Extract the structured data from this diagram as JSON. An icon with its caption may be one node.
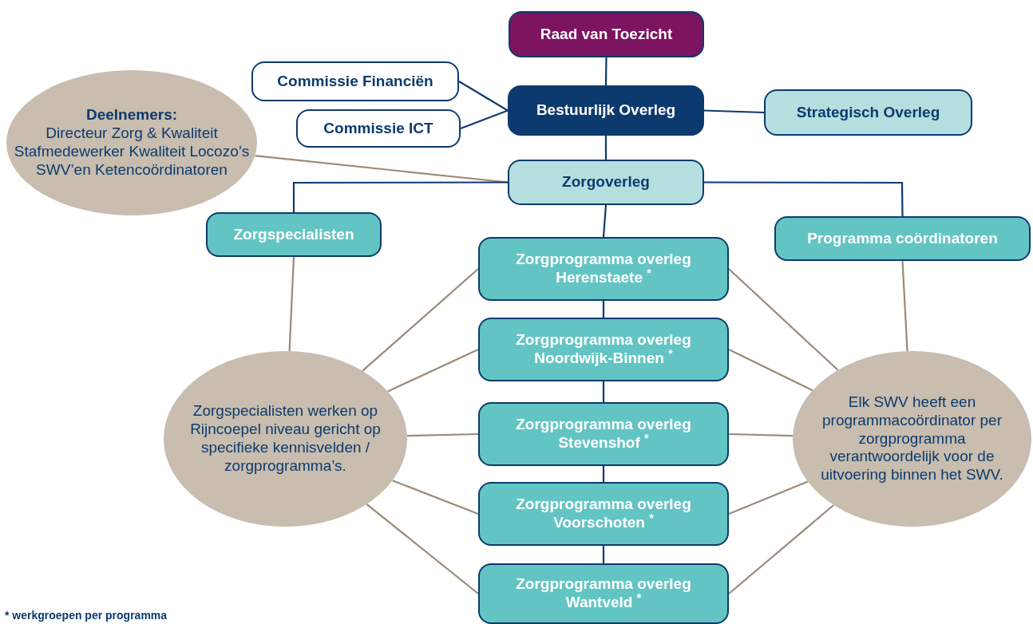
{
  "diagram": {
    "nodes": [
      {
        "text": [
          "Raad van Toezicht"
        ]
      },
      {
        "text": [
          "Commissie Financiën"
        ]
      },
      {
        "text": [
          "Bestuurlijk Overleg"
        ]
      },
      {
        "text": [
          "Strategisch Overleg"
        ]
      },
      {
        "text": [
          "Commissie ICT"
        ]
      },
      {
        "text": [
          "Deelnemers:",
          "Directeur Zorg & Kwaliteit Stafmedewerker Kwaliteit Locozo’s SWV’en Ketencoördinatoren"
        ]
      },
      {
        "text": [
          "Zorgoverleg"
        ]
      },
      {
        "text": [
          "Zorgspecialisten"
        ]
      },
      {
        "text": [
          "Programma coördinatoren"
        ]
      },
      {
        "text": [
          "Zorgprogramma overleg Herenstaete $^{*}$"
        ]
      },
      {
        "text": [
          "Zorgprogramma overleg Noordwijk-Binnen $^{*}$"
        ]
      },
      {
        "text": [
          "Zorgprogramma overleg Stevenshof $^{*}$"
        ]
      },
      {
        "text": [
          "Zorgprogramma overleg Voorschoten $^{*}$"
        ]
      },
      {
        "text": [
          "Zorgprogramma overleg Wantveld $^{*}$"
        ]
      },
      {
        "text": [
          "Zorgspecialisten werken op Rijncoepel niveau gericht op specifieke kennisvelden / zorgprogramma’s."
        ]
      },
      {
        "text": [
          "Elk SWV heeft een programmacoördinator per zorgprogramma verantwoordelijk voor de uitvoering binnen het SWV."
        ]
      }
    ],
    "edges": [
      {
        "from": 0,
        "to": 2,
        "arrow": "none",
        "color": "#0d3a6e"
      },
      {
        "from": 1,
        "to": 2,
        "arrow": "none",
        "color": "#0d3a6e"
      },
      {
        "from": 4,
        "to": 2,
        "arrow": "none",
        "color": "#0d3a6e"
      },
      {
        "from": 2,
        "to": 3,
        "arrow": "none",
        "color": "#0d3a6e"
      },
      {
        "from": 2,
        "to": 6,
        "arrow": "none",
        "color": "#0d3a6e"
      },
      {
        "from": 5,
        "to": 6,
        "arrow": "none"
      },
      {
        "from": 6,
        "to": 7,
        "arrow": "none",
        "color": "#0d3a6e"
      },
      {
        "from": 6,
        "to": 8,
        "arrow": "none",
        "color": "#0d3a6e"
      },
      {
        "from": 6,
        "to": 9,
        "arrow": "none",
        "color": "#0d3a6e"
      },
      {
        "from": 9,
        "to": 10,
        "arrow": "none",
        "color": "#0d3a6e"
      },
      {
        "from": 10,
        "to": 11,
        "arrow": "none",
        "color": "#0d3a6e"
      },
      {
        "from": 11,
        "to": 12,
        "arrow": "none",
        "color": "#0d3a6e"
      },
      {
        "from": 12,
        "to": 13,
        "arrow": "none",
        "color": "#0d3a6e"
      },
      {
        "from": 7,
        "to": 14,
        "arrow": "none"
      },
      {
        "from": 8,
        "to": 15,
        "arrow": "none"
      },
      {
        "from": 14,
        "to": 9,
        "arrow": "none"
      },
      {
        "from": 14,
        "to": 10,
        "arrow": "none"
      },
      {
        "from": 14,
        "to": 11,
        "arrow": "none"
      },
      {
        "from": 14,
        "to": 12,
        "arrow": "none"
      },
      {
        "from": 14,
        "to": 13,
        "arrow": "none"
      },
      {
        "from": 15,
        "to": 9,
        "arrow": "none"
      },
      {
        "from": 15,
        "to": 10,
        "arrow": "none"
      },
      {
        "from": 15,
        "to": 11,
        "arrow": "none"
      },
      {
        "from": 15,
        "to": 12,
        "arrow": "none"
      },
      {
        "from": 15,
        "to": 13,
        "arrow": "none"
      }
    ],
    "labels": [
      "* werkgroepen per programma"
    ]
  }
}
